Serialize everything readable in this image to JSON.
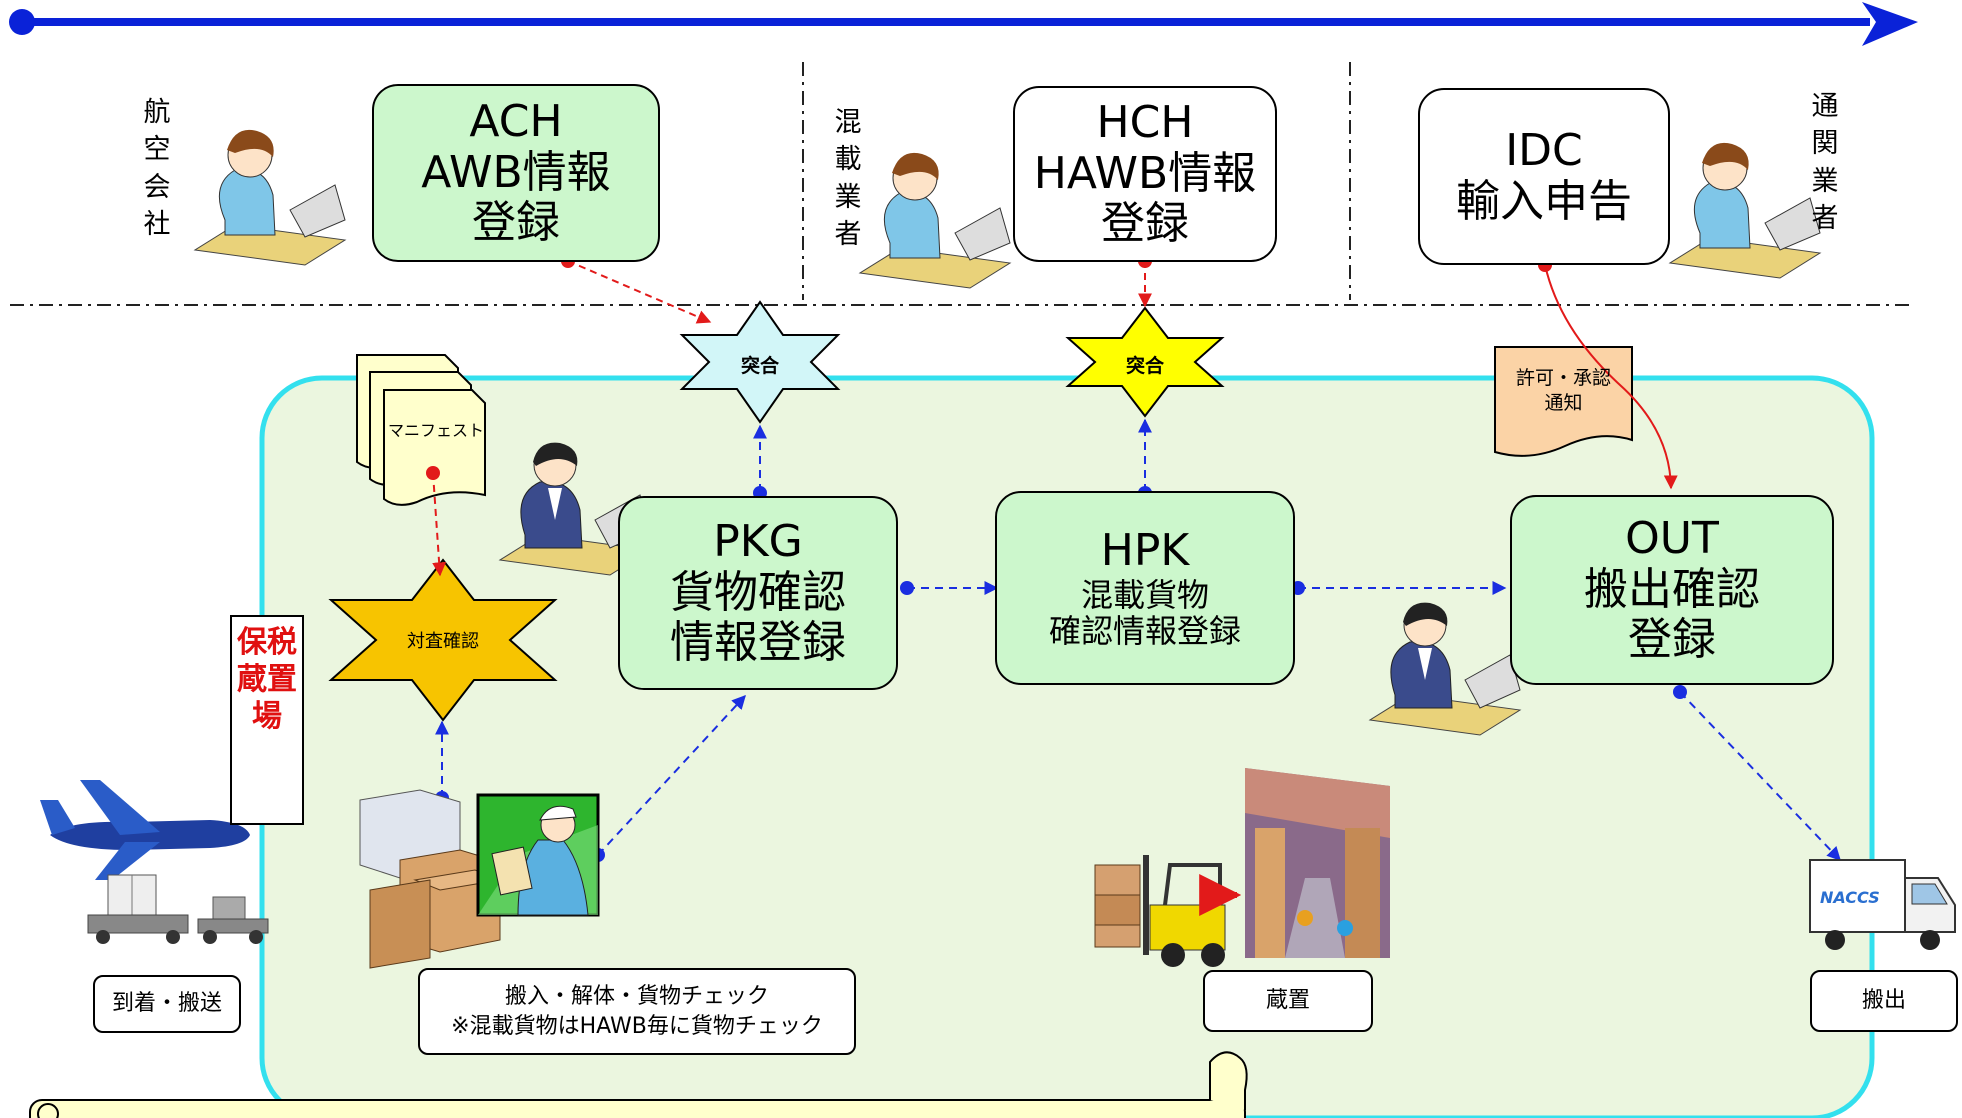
{
  "roles": {
    "airline": "航空会社",
    "consolidator": "混載業者",
    "customs_broker": "通関業者"
  },
  "top_systems": [
    {
      "id": "ACH",
      "lines": [
        "ACH",
        "AWB情報",
        "登録"
      ]
    },
    {
      "id": "HCH",
      "lines": [
        "HCH",
        "HAWB情報",
        "登録"
      ]
    },
    {
      "id": "IDC",
      "lines": [
        "IDC",
        "輸入申告"
      ]
    }
  ],
  "stars": {
    "match_1": "突合",
    "match_2": "突合",
    "inspection": "対査確認"
  },
  "manifest": "マニフェスト",
  "permit_note": [
    "許可・承認",
    "通知"
  ],
  "zone_label": "保税蔵置場",
  "process_boxes": [
    {
      "id": "PKG",
      "lines": [
        "PKG",
        "貨物確認",
        "情報登録"
      ]
    },
    {
      "id": "HPK",
      "lines": [
        "HPK",
        "混載貨物",
        "確認情報登録"
      ]
    },
    {
      "id": "OUT",
      "lines": [
        "OUT",
        "搬出確認",
        "登録"
      ]
    }
  ],
  "stage_labels": {
    "arrival": "到着・搬送",
    "check": [
      "搬入・解体・貨物チェック",
      "※混載貨物はHAWB毎に貨物チェック"
    ],
    "storage": "蔵置",
    "dispatch": "搬出"
  },
  "truck_logo": "NACCS",
  "colors": {
    "timeline": "#0a22d8",
    "zone_border": "#33e0ee",
    "zone_fill": "#ebf6df",
    "box_green": "#ccf7cc",
    "star_match": "#d2f6f8",
    "star_yellow": "#ffff00",
    "star_inspect": "#f7c400",
    "red_arrow": "#e21a1a",
    "blue_arrow": "#1a2ee0",
    "note_fill": "#fbd3a6",
    "scroll_fill": "#ffffcc"
  }
}
